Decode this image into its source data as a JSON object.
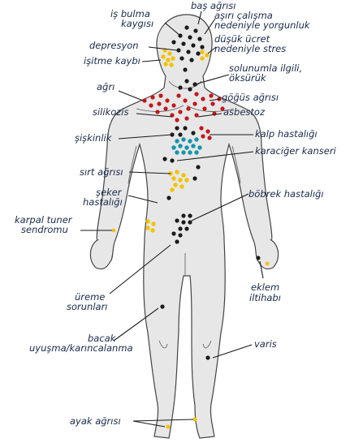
{
  "labels": {
    "bas_agrisi": "baş ağrısı",
    "is_bulma_kaygisi": [
      "iş bulma",
      "kaygısı"
    ],
    "asiri_calisma": [
      "aşırı çalışma",
      "nedeniyle yorgunluk"
    ],
    "depresyon": "depresyon",
    "dusuk_ucret": [
      "düşük ücret",
      "nedeniyle stres"
    ],
    "isitme_kaybi": "işitme kaybı",
    "solunum": [
      "solunumla ilgili,",
      "öksürük"
    ],
    "agri": "ağrı",
    "gogus_agrisi": "göğüs ağrısı",
    "silikozis": "silikozis",
    "asbestoz": "asbestoz",
    "kalp_hastaligi": "kalp hastalığı",
    "siskinlik": "şişkinlik",
    "karaciger_kanseri": "karaciğer kanseri",
    "sirt_agrisi": "sırt ağrısı",
    "seker_hastaligi": [
      "şeker",
      "hastalığı"
    ],
    "bobrek_hastaligi": "böbrek hastalığı",
    "karpal_tuner": [
      "karpal tuner",
      "sendromu"
    ],
    "eklem_iltihabi": [
      "eklem",
      "iltihabı"
    ],
    "ureme_sorunlari": [
      "üreme",
      "sorunları"
    ],
    "bacak_uyusma": [
      "bacak",
      "uyuşma/karıncalanma"
    ],
    "varis": "varis",
    "ayak_agrisi": "ayak ağrısı"
  },
  "colors": {
    "black": "#1b1b1b",
    "yellow": "#f2c200",
    "red": "#c4161c",
    "teal": "#1496ad",
    "body_fill": "#e7e7e7"
  }
}
